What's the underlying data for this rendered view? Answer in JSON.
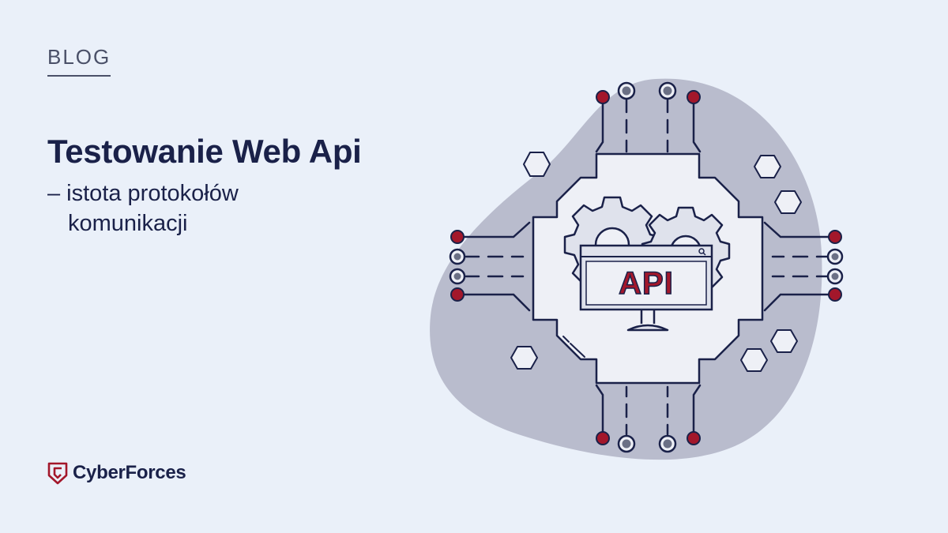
{
  "header": {
    "blog_label": "BLOG"
  },
  "hero": {
    "title": "Testowanie Web Api",
    "subtitle_line1": "– istota protokołów",
    "subtitle_line2": "komunikacji"
  },
  "brand": {
    "name": "CyberForces",
    "logo_icon": "cyberforces-shield-logo"
  },
  "illustration": {
    "screen_text": "API",
    "icons": [
      "gear-icon",
      "gear-icon",
      "monitor-icon",
      "search-icon",
      "hexagon-icon",
      "circuit-node-icon"
    ]
  },
  "colors": {
    "background": "#eaf0f9",
    "navy": "#1a2149",
    "accent_red": "#a3172b",
    "blob": "#b9bccd",
    "gear_fill": "#eef0f6",
    "screen_fill": "#dfe2ec"
  }
}
